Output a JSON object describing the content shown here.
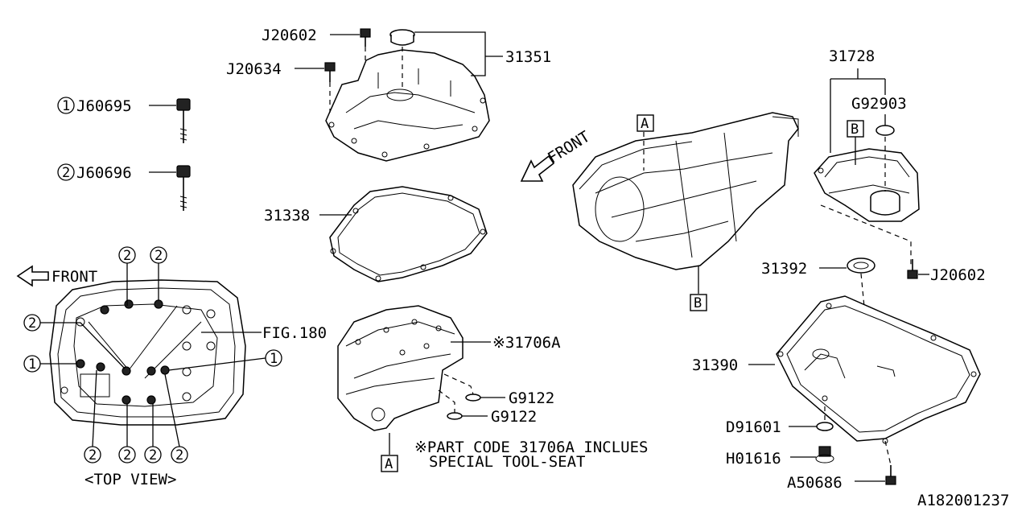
{
  "labels": {
    "j20602_top": "J20602",
    "j20634": "J20634",
    "p31351": "31351",
    "j60695": "J60695",
    "j60696": "J60696",
    "p31338": "31338",
    "front_left": "FRONT",
    "fig180": "FIG.180",
    "p31706a": "※31706A",
    "g9122_a": "G9122",
    "g9122_b": "G9122",
    "note_line1": "※PART CODE 31706A INCLUES",
    "note_line2": "SPECIAL TOOL-SEAT",
    "top_view": "<TOP VIEW>",
    "front_mid": "FRONT",
    "p31728": "31728",
    "g92903": "G92903",
    "p31392": "31392",
    "j20602_right": "J20602",
    "p31390": "31390",
    "d91601": "D91601",
    "h01616": "H01616",
    "a50686": "A50686",
    "diagram_id": "A182001237"
  },
  "markers": {
    "one": "1",
    "two": "2",
    "ref_a": "A",
    "ref_b": "B"
  }
}
